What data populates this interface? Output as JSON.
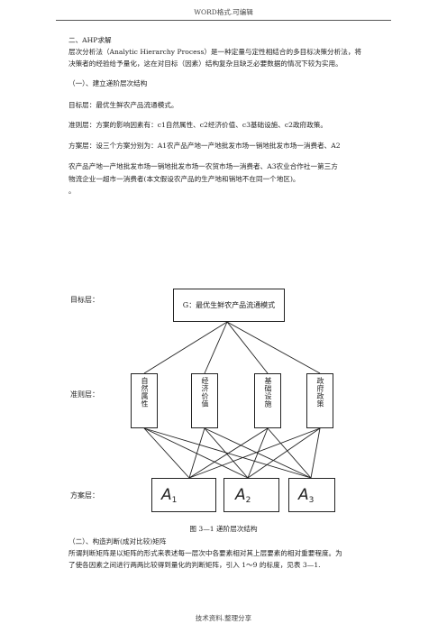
{
  "header": "WORD格式.可编辑",
  "section_title": "二、AHP求解",
  "intro_lines": [
    "层次分析法（Analytic Hierarchy Process）是一种定量与定性相结合的多目标决策分析法，将",
    "决策者的经验给予量化，这在对目标（因素）结构复杂且缺乏必要数据的情况下较为实用。"
  ],
  "sub1_title": "（一）、建立递阶层次结构",
  "goal_line": "目标层：最优生鲜农产品流通模式。",
  "criteria_line": "准则层：方案的影响因素有：c1自然属性、c2经济价值、c3基础设施、c2政府政策。",
  "scheme_lines": [
    "方案层：设三个方案分别为：A1农产品产地一产地批发市场一销地批发市场一消费者、A2",
    "农产品产地一产地批发市场一销地批发市场一农贸市场一消费者、A3农业合作社一第三方",
    "物流企业一超市一消费者(本文假设农产品的生产地和销地不在同一个地区)。"
  ],
  "stray_mark": "。",
  "figure": {
    "level_goal": "目标层：",
    "level_criteria": "准则层：",
    "level_scheme": "方案层：",
    "goal_box": "G：最优生鲜农产品流通模式",
    "criteria": [
      "自然属性",
      "经济价值",
      "基础设施",
      "政府政策"
    ],
    "schemes": [
      {
        "letter": "A",
        "sub": "1"
      },
      {
        "letter": "A",
        "sub": "2"
      },
      {
        "letter": "A",
        "sub": "3"
      }
    ],
    "caption": "图 3—1  递阶层次结构"
  },
  "sub2_title": "（二）、构造判断(成对比较)矩阵",
  "tail_lines": [
    "所谓判断矩阵是以矩阵的形式来表述每一层次中各要素相对其上层要素的相对重要程度。为",
    "了使各因素之间进行两两比较得到量化的判断矩阵，引入 1～9 的标度，见表 3—1."
  ],
  "footer": "技术资料.整理分享"
}
